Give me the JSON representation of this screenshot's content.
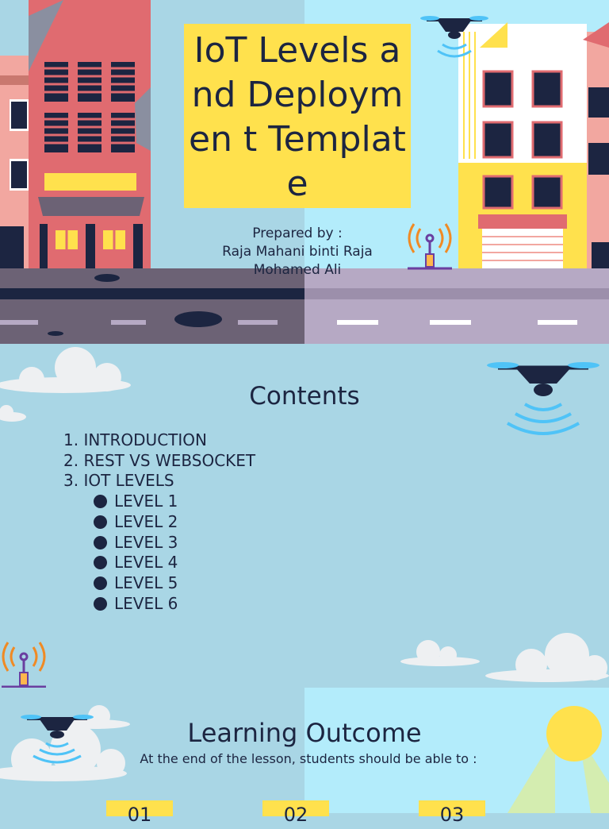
{
  "slide1": {
    "title": "IoT Levels and Deploymen t Template",
    "prepared_label": "Prepared by :",
    "author_line1": "Raja Mahani binti Raja",
    "author_line2": "Mohamed Ali"
  },
  "slide2": {
    "title": "Contents",
    "items": [
      "1. INTRODUCTION",
      "2. REST VS WEBSOCKET",
      "3. IOT LEVELS"
    ],
    "levels": [
      "LEVEL 1",
      "LEVEL 2",
      "LEVEL 3",
      "LEVEL 4",
      "LEVEL 5",
      "LEVEL 6"
    ]
  },
  "slide3": {
    "title": "Learning Outcome",
    "subtitle": "At the end of the lesson, students should be able to :",
    "numbers": [
      "01",
      "02",
      "03"
    ]
  },
  "colors": {
    "sky_left": "#a9d6e5",
    "sky_right": "#b3ecfb",
    "accent_yellow": "#ffe14d",
    "text_navy": "#1c2541",
    "building_red": "#e06b70",
    "road_dark": "#6c6275",
    "road_light": "#b6a9c4"
  },
  "icons": [
    "drone-icon",
    "antenna-icon",
    "cloud-icon",
    "sun-icon"
  ]
}
